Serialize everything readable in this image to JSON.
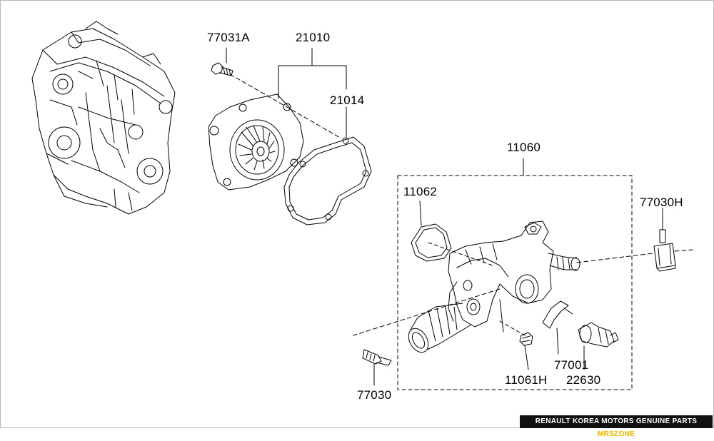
{
  "part_labels": {
    "p77031A": "77031A",
    "p21010": "21010",
    "p21014": "21014",
    "p11060": "11060",
    "p11062": "11062",
    "p77030H": "77030H",
    "p77001": "77001",
    "p11061H": "11061H",
    "p22630": "22630",
    "p77030": "77030"
  },
  "footer": {
    "main_text": "RENAULT KOREA MOTORS GENUINE PARTS",
    "brand_text": "MRSZONE"
  },
  "colors": {
    "line": "#000000",
    "footer_bg": "#111111",
    "footer_brand": "#f0b400"
  }
}
